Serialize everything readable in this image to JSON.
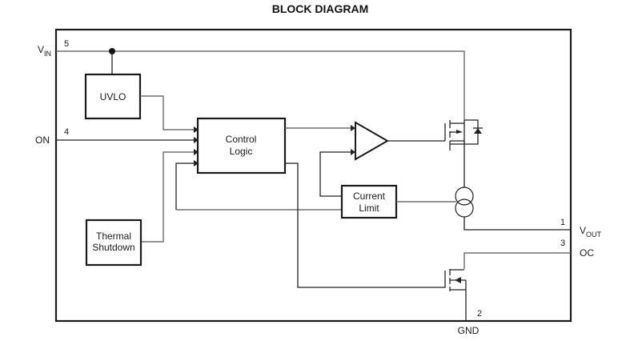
{
  "title": "BLOCK DIAGRAM",
  "pins": {
    "vin": {
      "label_main": "V",
      "label_sub": "IN",
      "number": "5"
    },
    "on": {
      "label": "ON",
      "number": "4"
    },
    "vout": {
      "label_main": "V",
      "label_sub": "OUT",
      "number": "1"
    },
    "oc": {
      "label": "OC",
      "number": "3"
    },
    "gnd": {
      "label": "GND",
      "number": "2"
    }
  },
  "blocks": {
    "uvlo": {
      "line1": "UVLO"
    },
    "control_logic": {
      "line1": "Control",
      "line2": "Logic"
    },
    "current_limit": {
      "line1": "Current",
      "line2": "Limit"
    },
    "thermal_shutdown": {
      "line1": "Thermal",
      "line2": "Shutdown"
    }
  },
  "components": {
    "amplifier": "amplifier-icon",
    "pass_mosfet": "pmos-transistor-icon",
    "body_diode": "diode-icon",
    "current_sense": "current-sense-transformer-icon",
    "oc_mosfet": "nmos-transistor-icon",
    "junction": "junction-dot-icon"
  }
}
